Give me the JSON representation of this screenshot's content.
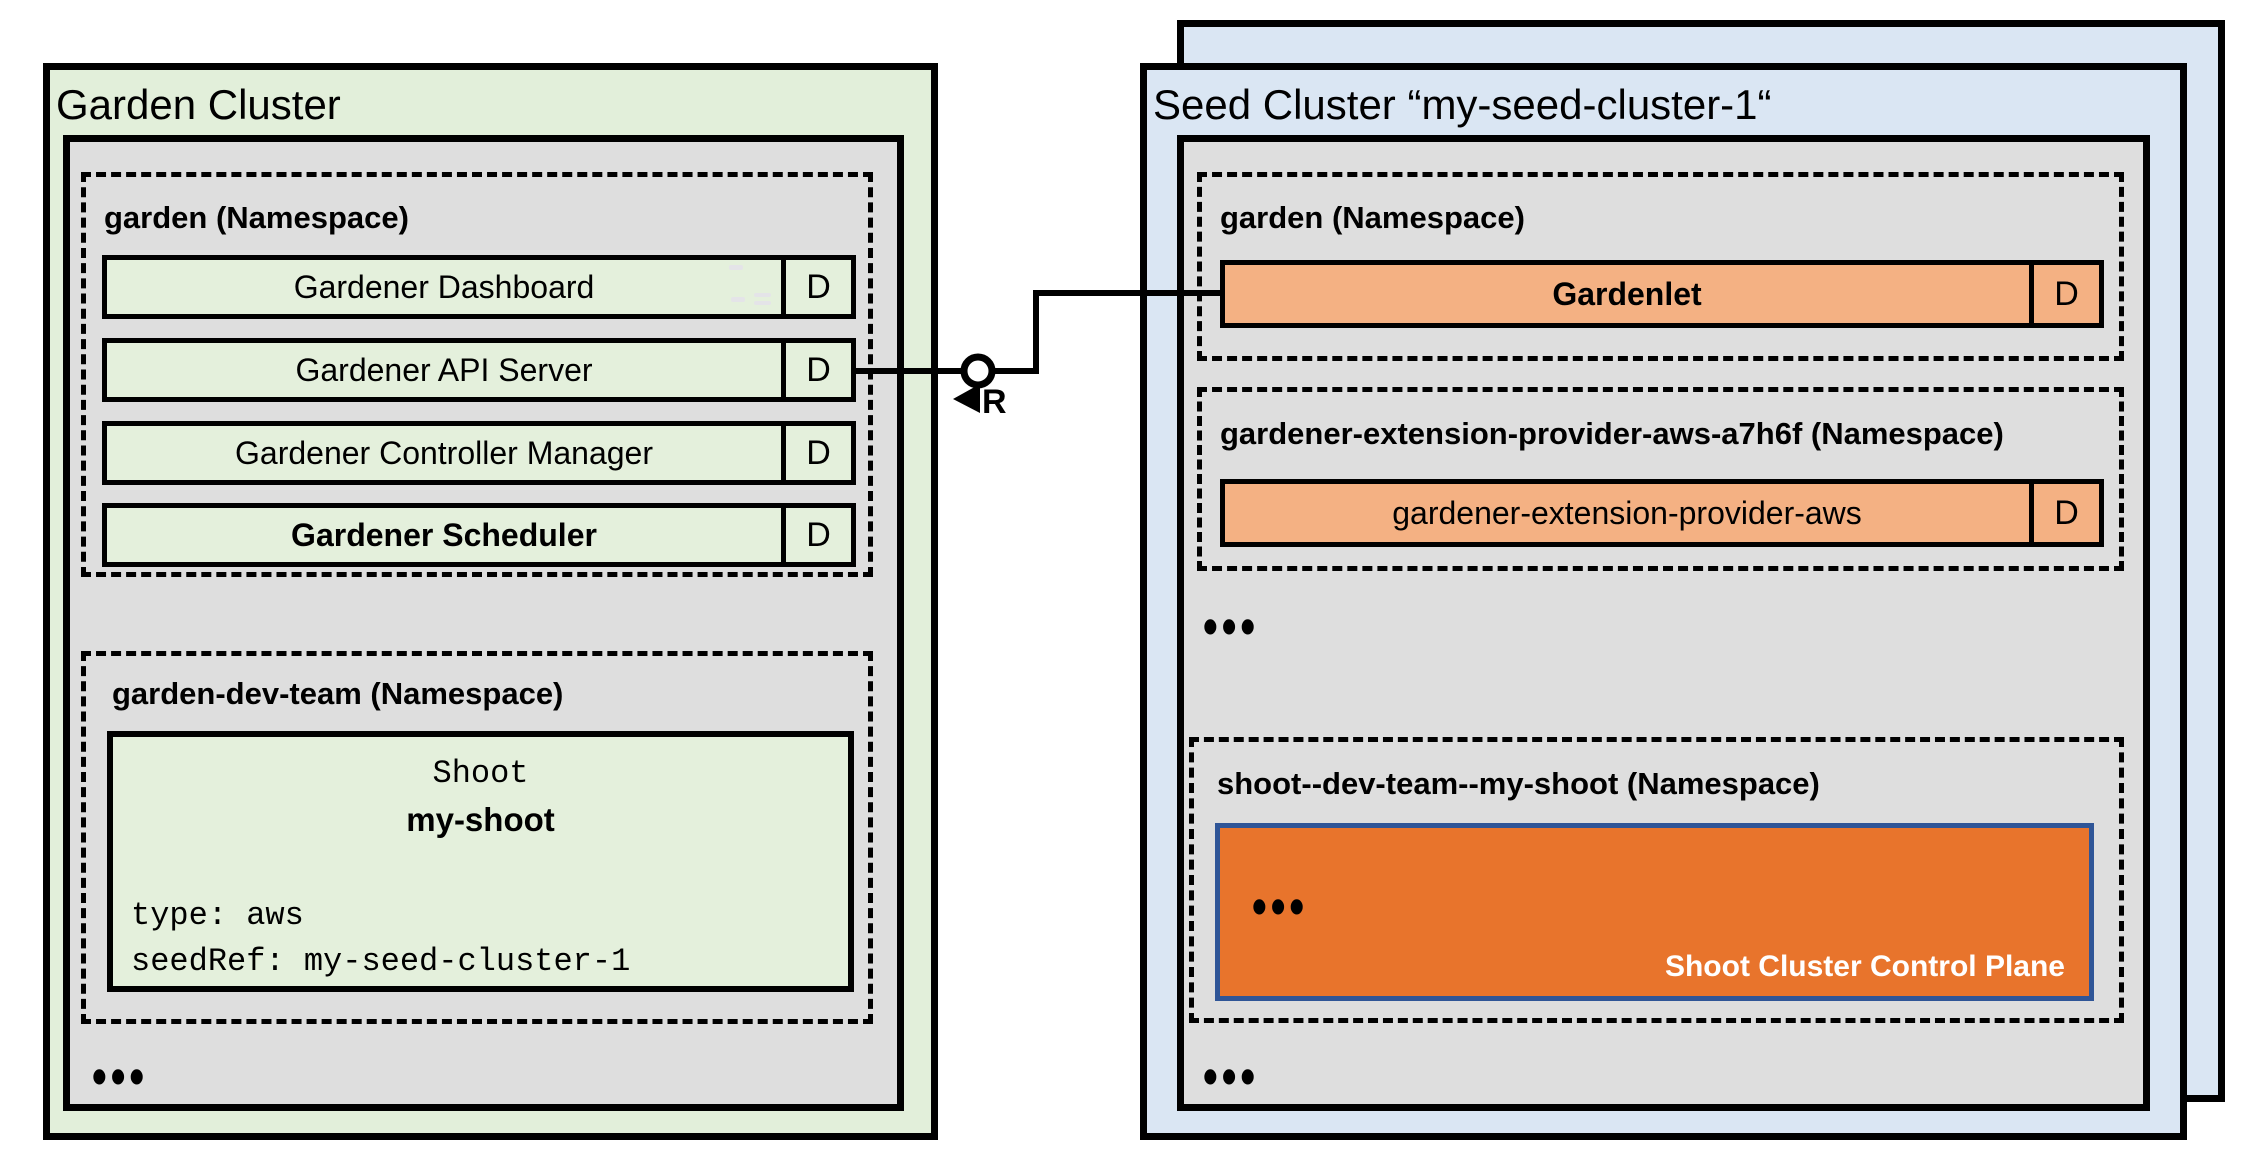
{
  "garden_cluster": {
    "title": "Garden Cluster",
    "garden_namespace": {
      "label": "garden (Namespace)",
      "rows": [
        {
          "label": "Gardener Dashboard",
          "badge": "D"
        },
        {
          "label": "Gardener API Server",
          "badge": "D"
        },
        {
          "label": "Gardener Controller Manager",
          "badge": "D"
        },
        {
          "label": "Gardener Scheduler",
          "badge": "D"
        }
      ]
    },
    "dev_namespace": {
      "label": "garden-dev-team (Namespace)",
      "shoot_card": {
        "kind": "Shoot",
        "name": "my-shoot",
        "spec_lines": [
          "type: aws",
          "seedRef: my-seed-cluster-1"
        ]
      }
    },
    "ellipsis": "•••"
  },
  "connector": {
    "relation_label": "R"
  },
  "seed_cluster": {
    "title": "Seed Cluster “my-seed-cluster-1“",
    "garden_namespace": {
      "label": "garden (Namespace)",
      "rows": [
        {
          "label": "Gardenlet",
          "badge": "D"
        }
      ]
    },
    "extension_namespace": {
      "label": "gardener-extension-provider-aws-a7h6f (Namespace)",
      "rows": [
        {
          "label": "gardener-extension-provider-aws",
          "badge": "D"
        }
      ]
    },
    "mid_ellipsis": "•••",
    "shoot_namespace": {
      "label": "shoot--dev-team--my-shoot (Namespace)",
      "control_plane": {
        "ellipsis": "•••",
        "label": "Shoot Cluster Control Plane"
      }
    },
    "bottom_ellipsis": "•••"
  },
  "colors": {
    "light_green": "#e2efda",
    "row_green": "#e4f0dc",
    "light_gray": "#dedede",
    "light_orange": "#f4b183",
    "dark_orange": "#e8742c",
    "light_blue": "#dae6f3",
    "control_plane_border": "#2f5597",
    "line": "#000000"
  }
}
